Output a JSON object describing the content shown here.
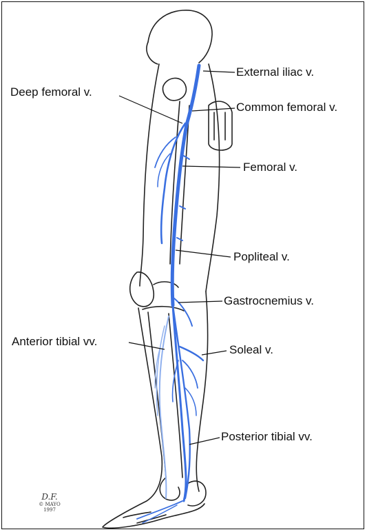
{
  "figure": {
    "labels": {
      "external_iliac": "External iliac v.",
      "deep_femoral": "Deep femoral v.",
      "common_femoral": "Common femoral v.",
      "femoral": "Femoral v.",
      "popliteal": "Popliteal v.",
      "gastrocnemius": "Gastrocnemius v.",
      "anterior_tibial": "Anterior tibial vv.",
      "soleal": "Soleal v.",
      "posterior_tibial": "Posterior tibial vv."
    },
    "signature": {
      "initials": "D.F.",
      "copyright": "© MAYO",
      "year": "1997"
    },
    "colors": {
      "vein": "#3a6fe0",
      "vein_light": "#8fb0ee",
      "outline": "#222222"
    }
  }
}
